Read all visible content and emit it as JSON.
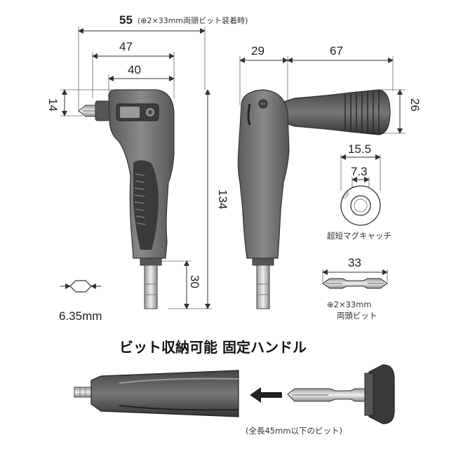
{
  "dimensions": {
    "overall_width": "55",
    "overall_width_note": "(⊕2×33mm両頭ビット装着時)",
    "width_47": "47",
    "width_40": "40",
    "height_14": "14",
    "height_134": "134",
    "shank_30": "30",
    "side_29": "29",
    "side_67": "67",
    "grip_26": "26",
    "catch_outer": "15.5",
    "catch_inner": "7.3",
    "bit_length": "33"
  },
  "labels": {
    "hex_size": "6.35mm",
    "catch_name": "超短マグキャッチ",
    "bit_name_line1": "⊕2×33mm",
    "bit_name_line2": "両頭ビット",
    "catch_ring_text": "TOP"
  },
  "bottom": {
    "title": "ビット収納可能 固定ハンドル",
    "note": "(全長45mm以下のビット)"
  },
  "colors": {
    "body": "#6f6f6f",
    "body_dark": "#4a4a4a",
    "grip": "#3a3a3a",
    "metal": "#c8c8c8"
  }
}
